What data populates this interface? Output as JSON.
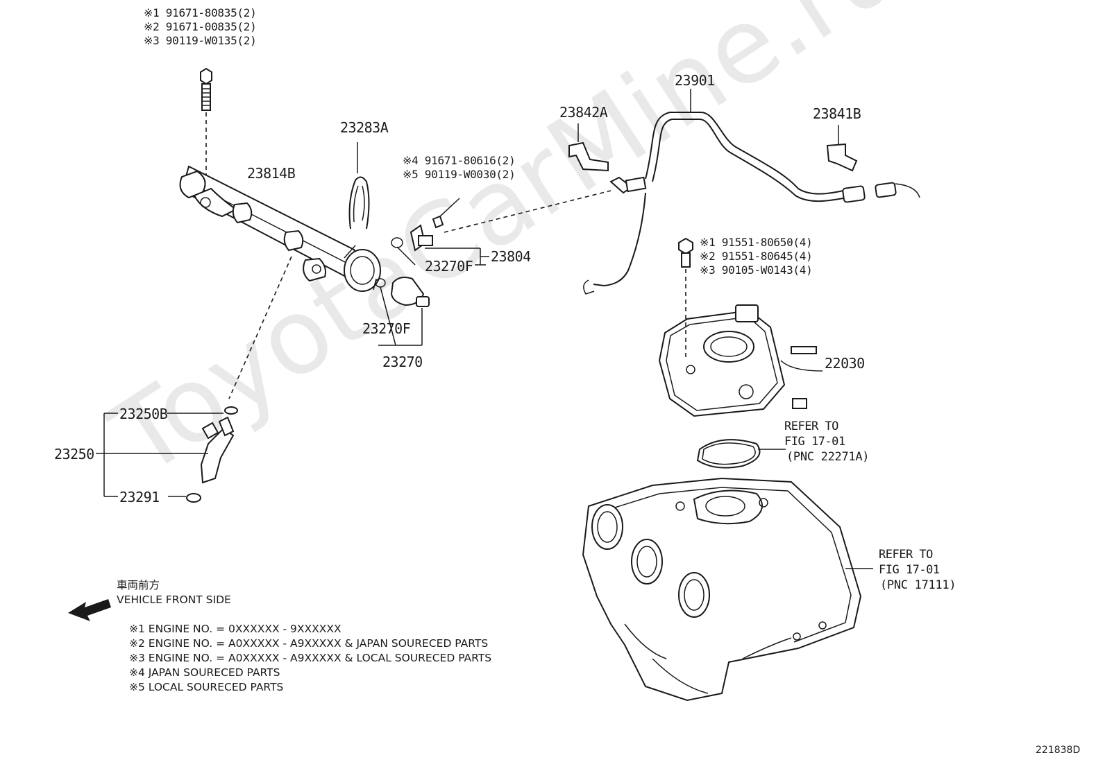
{
  "watermark": "ToyotaCarMine.ru",
  "figure_code": "221838D",
  "top_bolt_notes": [
    "※1 91671-80835(2)",
    "※2 91671-00835(2)",
    "※3 90119-W0135(2)"
  ],
  "valve_bolt_notes": [
    "※4 91671-80616(2)",
    "※5 90119-W0030(2)"
  ],
  "throttle_bolt_notes": [
    "※1 91551-80650(4)",
    "※2 91551-80645(4)",
    "※3 90105-W0143(4)"
  ],
  "parts": {
    "p23283A": "23283A",
    "p23814B": "23814B",
    "p23842A": "23842A",
    "p23901": "23901",
    "p23841B": "23841B",
    "p23804": "23804",
    "p23270F_a": "23270F",
    "p23270F_b": "23270F",
    "p23270": "23270",
    "p22030": "22030",
    "p23250B": "23250B",
    "p23250": "23250",
    "p23291": "23291"
  },
  "refer_gasket": [
    "REFER TO",
    "FIG 17-01",
    "(PNC 22271A)"
  ],
  "refer_manifold": [
    "REFER TO",
    "FIG 17-01",
    "(PNC 17111)"
  ],
  "vehicle_front": {
    "japanese": "車両前方",
    "english": "VEHICLE FRONT SIDE"
  },
  "engine_notes": [
    "※1 ENGINE NO. = 0XXXXXX - 9XXXXXX",
    "※2 ENGINE NO. = A0XXXXX - A9XXXXX & JAPAN SOURECED PARTS",
    "※3 ENGINE NO. = A0XXXXX - A9XXXXX & LOCAL SOURECED PARTS",
    "※4 JAPAN SOURECED PARTS",
    "※5 LOCAL SOURECED PARTS"
  ]
}
